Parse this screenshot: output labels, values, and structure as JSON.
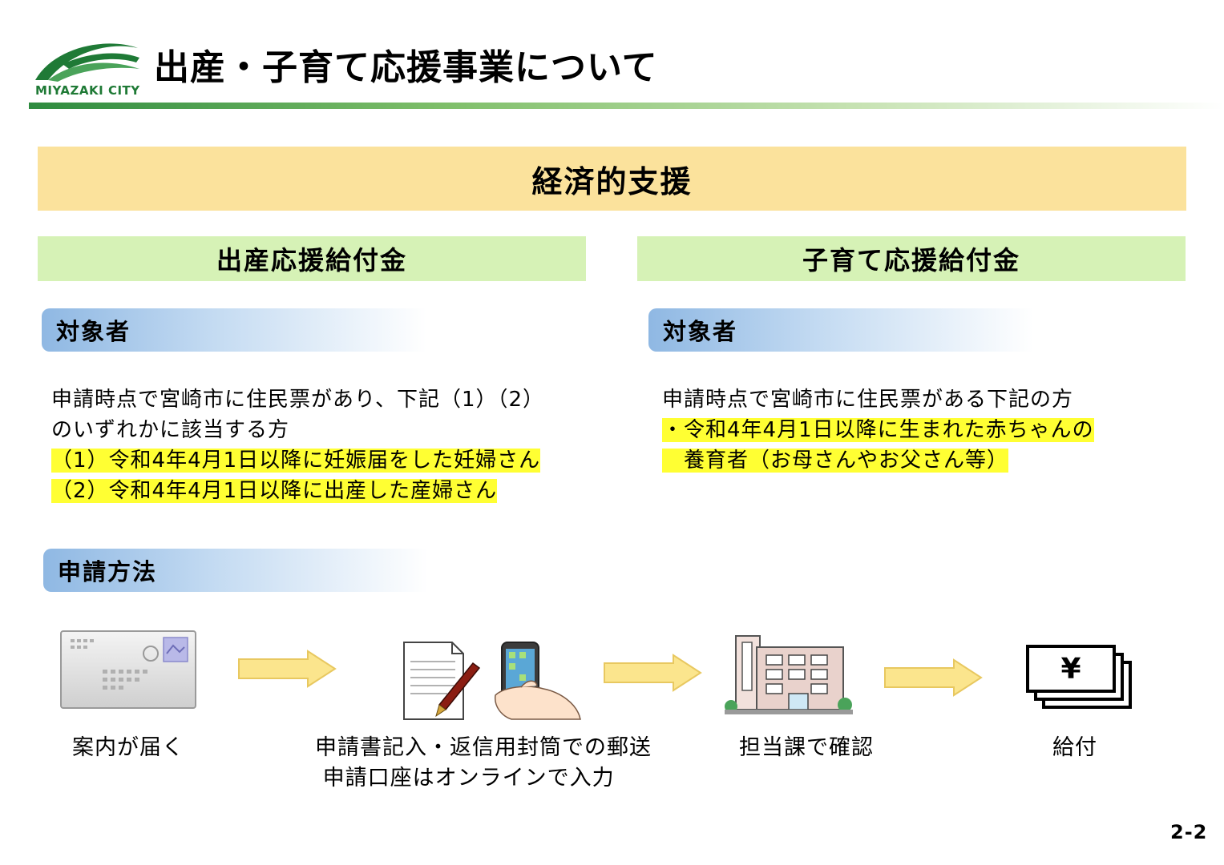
{
  "header": {
    "logo_text": "MIYAZAKI CITY",
    "title": "出産・子育て応援事業について"
  },
  "banner": {
    "title": "経済的支援"
  },
  "left": {
    "heading": "出産応援給付金",
    "subheading": "対象者",
    "lines": [
      "申請時点で宮崎市に住民票があり、下記（1）（2）",
      "のいずれかに該当する方",
      "（1）令和4年4月1日以降に妊娠届をした妊婦さん",
      "（2）令和4年4月1日以降に出産した産婦さん"
    ]
  },
  "right": {
    "heading": "子育て応援給付金",
    "subheading": "対象者",
    "lines": [
      "申請時点で宮崎市に住民票がある下記の方",
      "・令和4年4月1日以降に生まれた赤ちゃんの",
      "　養育者（お母さんやお父さん等）"
    ]
  },
  "method": {
    "subheading": "申請方法",
    "steps": [
      {
        "icon": "envelope-icon",
        "lines": [
          "案内が届く"
        ]
      },
      {
        "icon": "application-form-and-smartphone-icon",
        "lines": [
          "申請書記入・返信用封筒での郵送",
          " 申請口座はオンラインで入力"
        ]
      },
      {
        "icon": "city-office-building-icon",
        "lines": [
          "担当課で確認"
        ]
      },
      {
        "icon": "yen-bills-icon",
        "lines": [
          "給付"
        ]
      }
    ]
  },
  "colors": {
    "brand_green": "#1f7a36",
    "banner_yellow": "#fbe29c",
    "heading_green": "#d6f2b6",
    "subheading_blue": "#8fb8e3",
    "highlight_yellow": "#ffff33",
    "arrow_fill": "#fbe58d",
    "arrow_stroke": "#e8c860"
  },
  "page_number": "2-2"
}
